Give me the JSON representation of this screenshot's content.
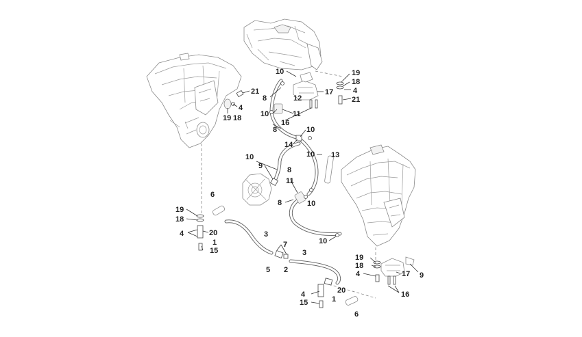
{
  "callouts": [
    {
      "id": "c1",
      "text": "10"
    },
    {
      "id": "c2",
      "text": "19"
    },
    {
      "id": "c3",
      "text": "18"
    },
    {
      "id": "c4",
      "text": "4"
    },
    {
      "id": "c5",
      "text": "21"
    },
    {
      "id": "c6",
      "text": "21"
    },
    {
      "id": "c7",
      "text": "4"
    },
    {
      "id": "c8",
      "text": "19"
    },
    {
      "id": "c9",
      "text": "18"
    },
    {
      "id": "c10",
      "text": "8"
    },
    {
      "id": "c11",
      "text": "12"
    },
    {
      "id": "c12",
      "text": "17"
    },
    {
      "id": "c13",
      "text": "10"
    },
    {
      "id": "c14",
      "text": "11"
    },
    {
      "id": "c15",
      "text": "16"
    },
    {
      "id": "c16",
      "text": "8"
    },
    {
      "id": "c17",
      "text": "10"
    },
    {
      "id": "c18",
      "text": "14"
    },
    {
      "id": "c19",
      "text": "10"
    },
    {
      "id": "c20",
      "text": "13"
    },
    {
      "id": "c21",
      "text": "10"
    },
    {
      "id": "c22",
      "text": "9"
    },
    {
      "id": "c23",
      "text": "8"
    },
    {
      "id": "c24",
      "text": "11"
    },
    {
      "id": "c25",
      "text": "6"
    },
    {
      "id": "c26",
      "text": "8"
    },
    {
      "id": "c27",
      "text": "10"
    },
    {
      "id": "c28",
      "text": "19"
    },
    {
      "id": "c29",
      "text": "18"
    },
    {
      "id": "c30",
      "text": "20"
    },
    {
      "id": "c31",
      "text": "4"
    },
    {
      "id": "c32",
      "text": "1"
    },
    {
      "id": "c33",
      "text": "15"
    },
    {
      "id": "c34",
      "text": "3"
    },
    {
      "id": "c35",
      "text": "10"
    },
    {
      "id": "c36",
      "text": "7"
    },
    {
      "id": "c37",
      "text": "3"
    },
    {
      "id": "c38",
      "text": "5"
    },
    {
      "id": "c39",
      "text": "2"
    },
    {
      "id": "c40",
      "text": "19"
    },
    {
      "id": "c41",
      "text": "18"
    },
    {
      "id": "c42",
      "text": "4"
    },
    {
      "id": "c43",
      "text": "17"
    },
    {
      "id": "c44",
      "text": "9"
    },
    {
      "id": "c45",
      "text": "20"
    },
    {
      "id": "c46",
      "text": "16"
    },
    {
      "id": "c47",
      "text": "4"
    },
    {
      "id": "c48",
      "text": "1"
    },
    {
      "id": "c49",
      "text": "15"
    },
    {
      "id": "c50",
      "text": "6"
    }
  ]
}
